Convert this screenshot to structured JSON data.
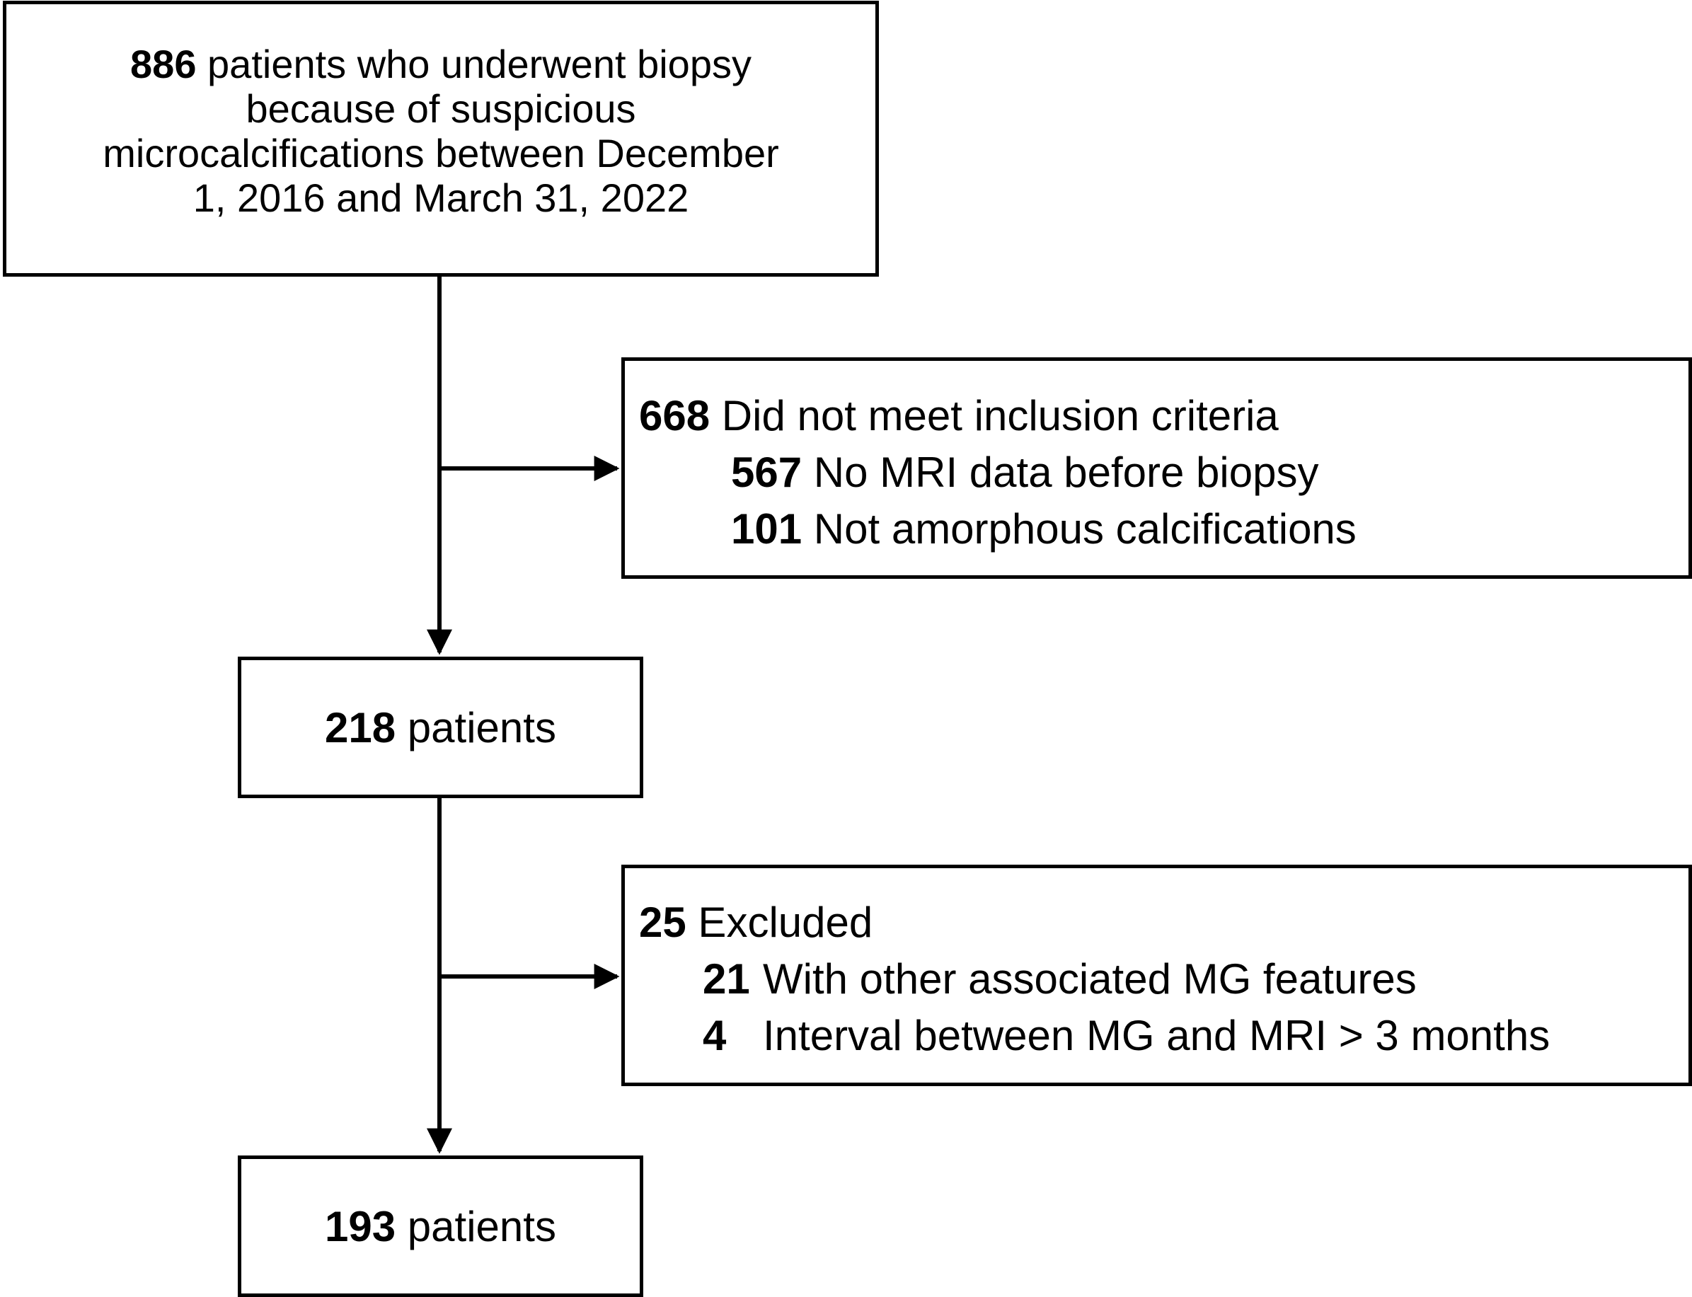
{
  "nodes": {
    "start": {
      "lines": [
        {
          "num": "886",
          "text": " patients who underwent biopsy"
        },
        {
          "num": "",
          "text": "because of suspicious"
        },
        {
          "num": "",
          "text": "microcalcifications between December"
        },
        {
          "num": "",
          "text": "1, 2016 and March 31, 2022"
        }
      ]
    },
    "exclusion_1": {
      "head_num": "668",
      "head_text": " Did not meet inclusion criteria",
      "items": [
        {
          "num": "567",
          "text": " No MRI data before biopsy"
        },
        {
          "num": "101",
          "text": " Not amorphous calcifications"
        }
      ]
    },
    "middle": {
      "num": "218",
      "text": " patients"
    },
    "exclusion_2": {
      "head_num": "25",
      "head_text": " Excluded",
      "items": [
        {
          "num": "21",
          "text": "With other associated MG features"
        },
        {
          "num": "4",
          "text": "Interval between MG and MRI > 3 months"
        }
      ]
    },
    "final": {
      "num": "193",
      "text": " patients"
    }
  }
}
